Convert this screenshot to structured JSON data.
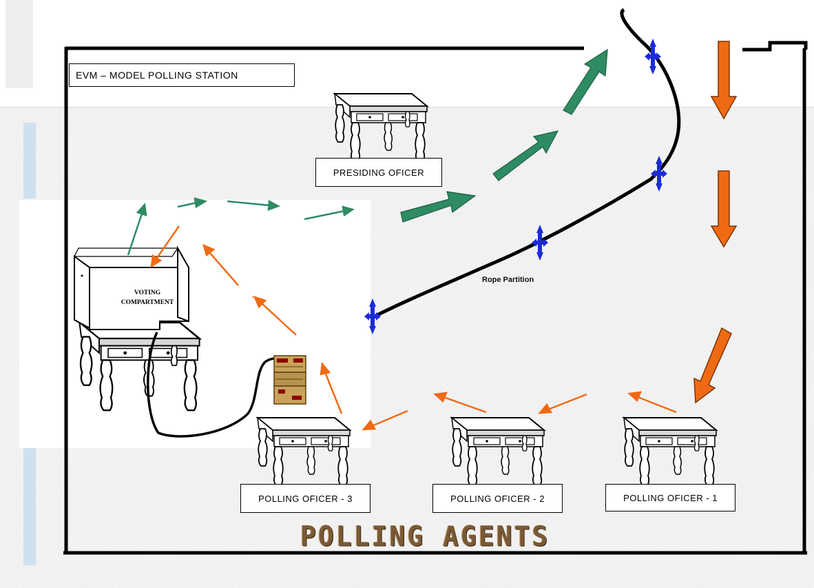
{
  "diagram": {
    "title": "EVM – MODEL POLLING STATION",
    "presiding_officer": "PRESIDING OFICER",
    "polling_officer_1": "POLLING OFICER - 1",
    "polling_officer_2": "POLLING OFICER - 2",
    "polling_officer_3": "POLLING OFICER - 3",
    "voting_compartment_line1": "VOTING",
    "voting_compartment_line2": "COMPARTMENT",
    "rope_partition": "Rope Partition",
    "polling_agents": "POLLING AGENTS"
  },
  "colors": {
    "entry_arrow": "#f06a14",
    "exit_arrow": "#2e8b63",
    "rope_post": "#1b2bd6",
    "wall": "#000000"
  }
}
